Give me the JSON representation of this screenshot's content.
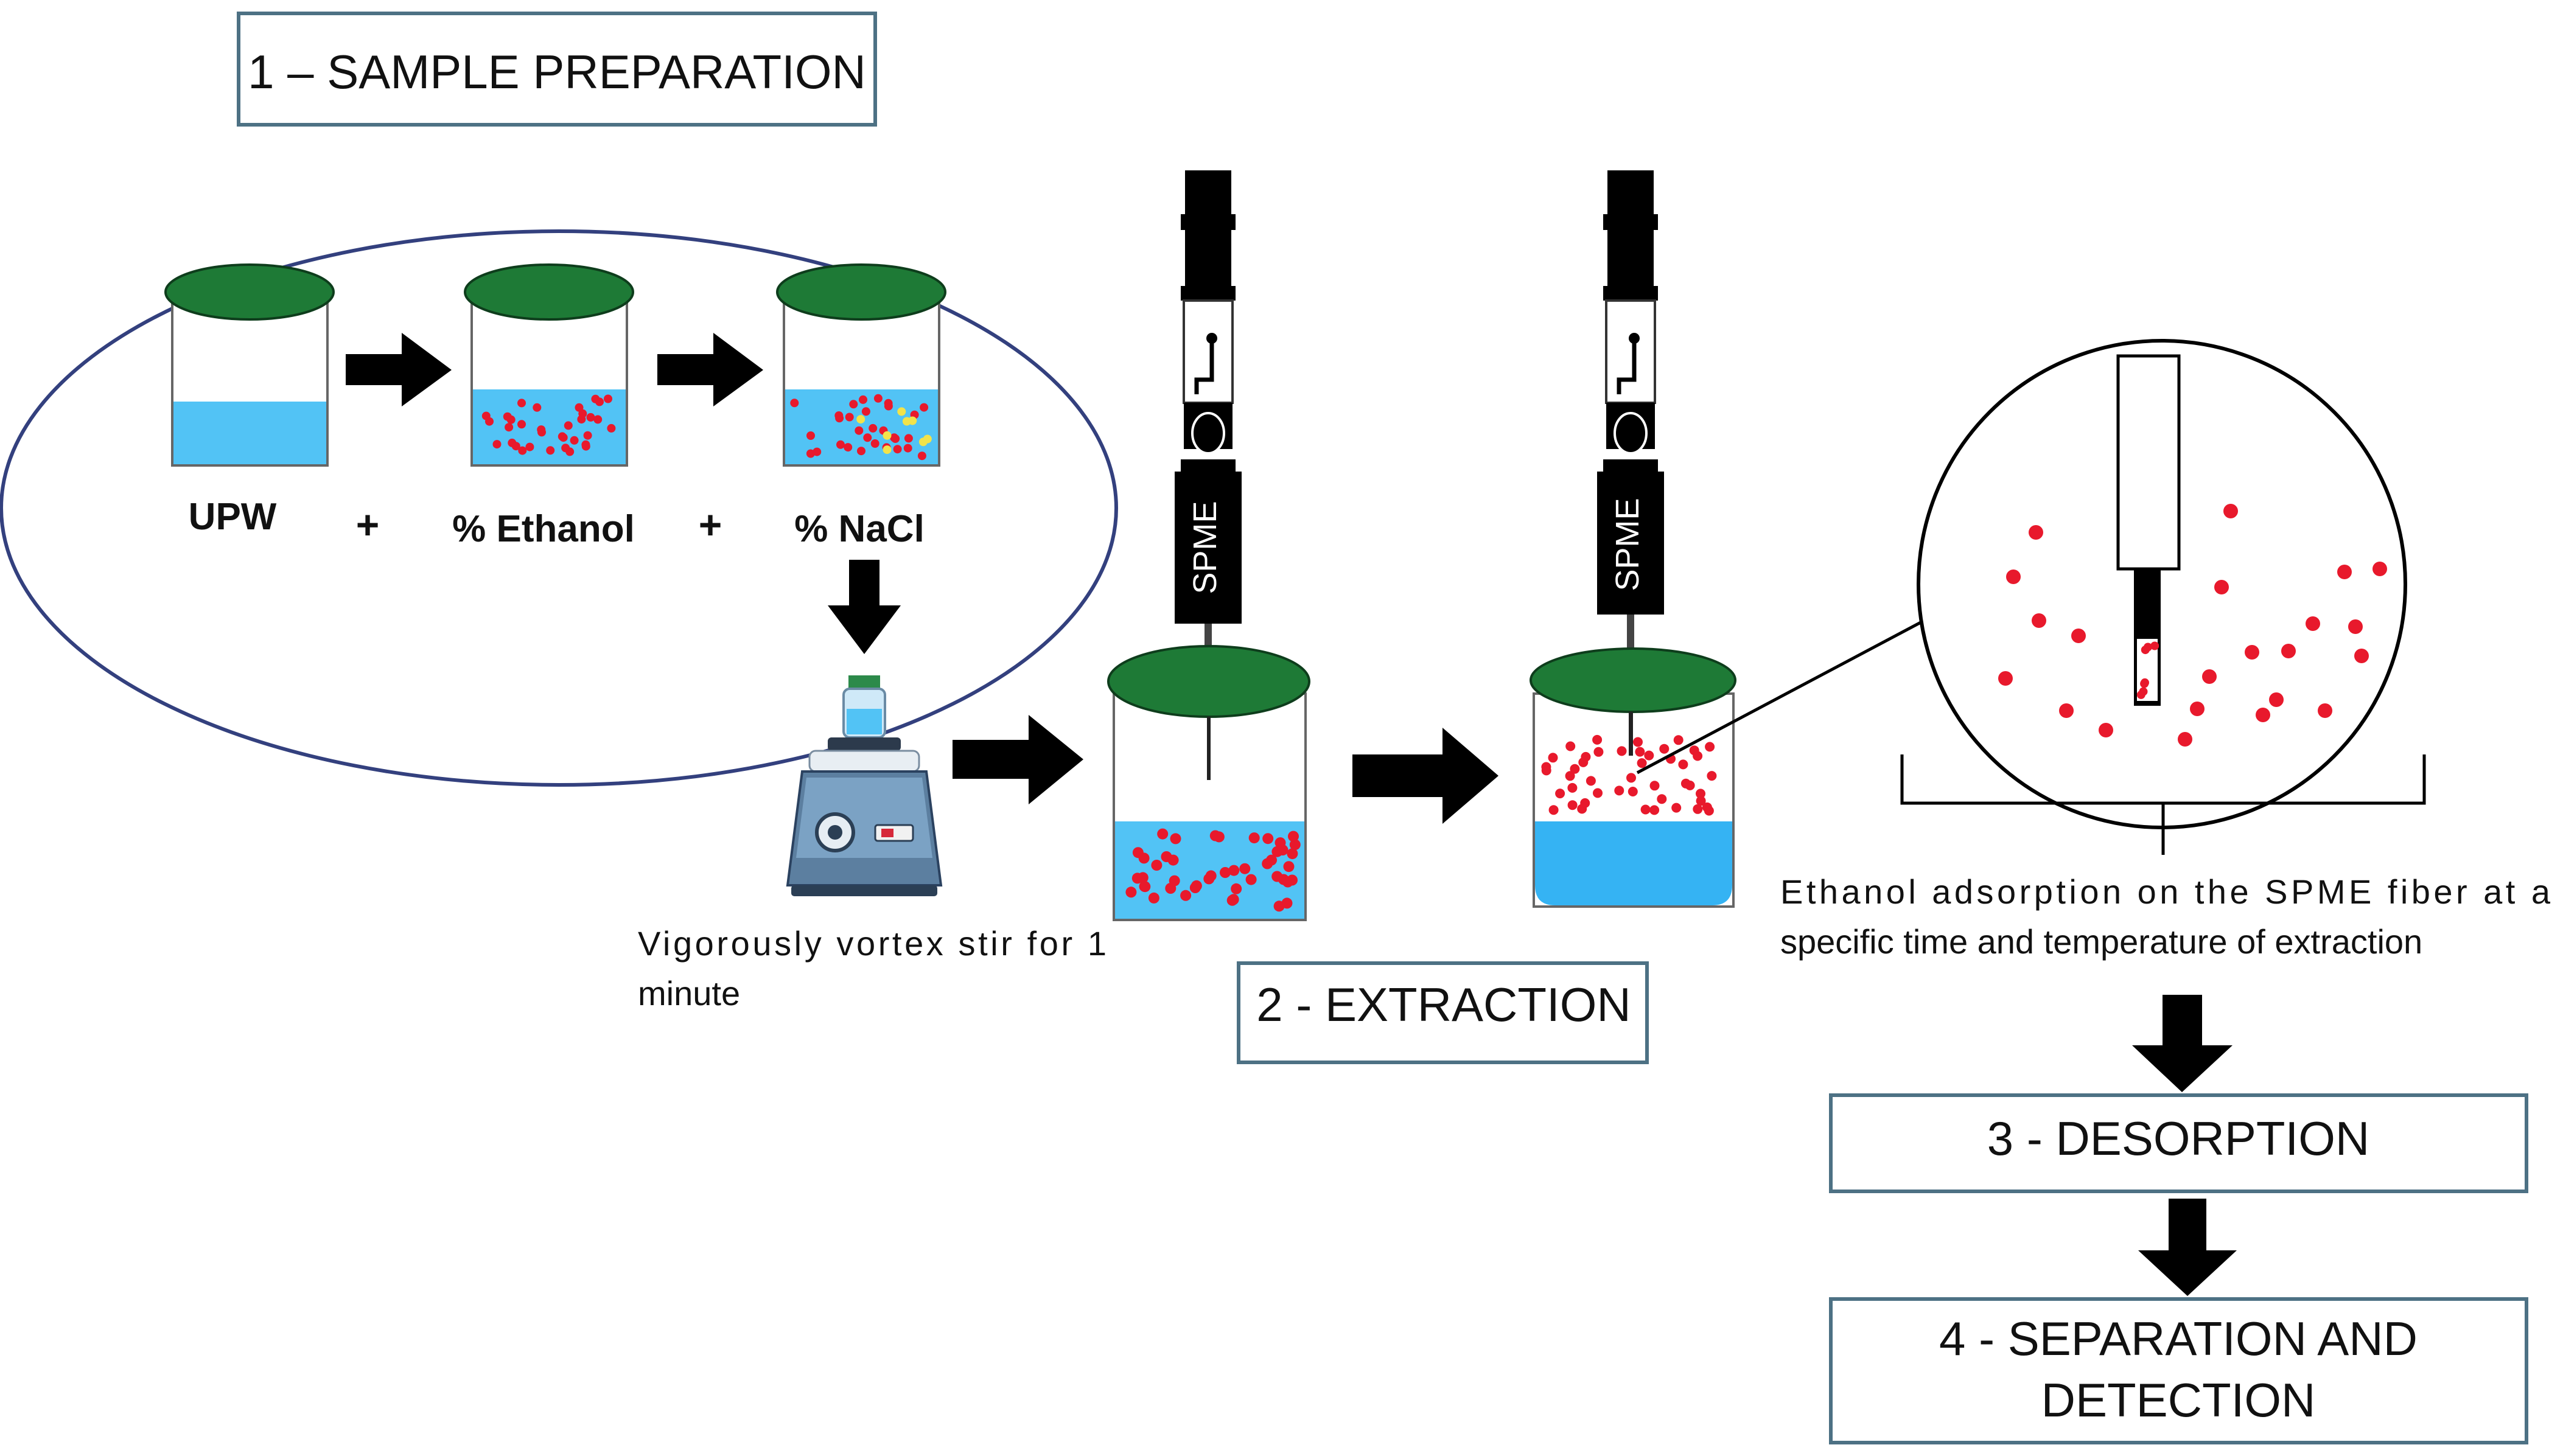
{
  "stages": {
    "sample_preparation": "1 – SAMPLE PREPARATION",
    "extraction": "2 - EXTRACTION",
    "desorption": "3 - DESORPTION",
    "separation_line1": "4 - SEPARATION AND",
    "separation_line2": "DETECTION"
  },
  "vials": {
    "upw": "UPW",
    "ethanol": "% Ethanol",
    "nacl": "% NaCl",
    "plus": "+"
  },
  "captions": {
    "vortex_line1": "Vigorously vortex stir for 1",
    "vortex_line2": "minute",
    "adsorption_line1": "Ethanol adsorption on the SPME fiber at a",
    "adsorption_line2": "specific time and temperature of extraction"
  },
  "device": {
    "label": "SPME"
  },
  "colors": {
    "cap_green": "#1e7a36",
    "water_blue": "#52c3f5",
    "water_blue_deep": "#35b3f3",
    "droplet_red": "#e8192c",
    "salt_yellow": "#f2e34a",
    "ellipse_stroke": "#33407e",
    "box_stroke": "#4d7184"
  }
}
